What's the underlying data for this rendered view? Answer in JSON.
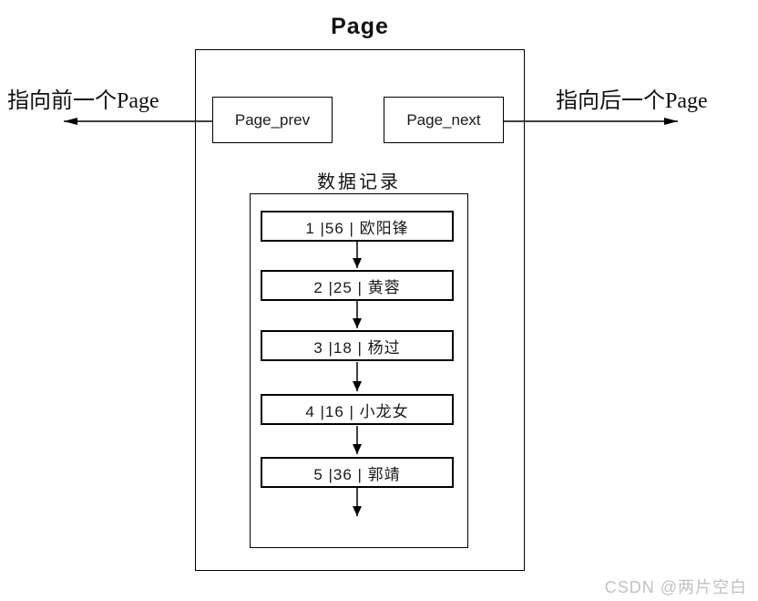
{
  "diagram": {
    "title": "Page",
    "prev_pointer_label": "指向前一个Page",
    "next_pointer_label": "指向后一个Page",
    "prev_field": "Page_prev",
    "next_field": "Page_next",
    "records_title": "数据记录",
    "records": [
      "1 |56 | 欧阳锋",
      "2 |25 | 黄蓉",
      "3 |18 | 杨过",
      "4 |16 | 小龙女",
      "5 |36 | 郭靖"
    ]
  },
  "watermark": "CSDN @两片空白",
  "colors": {
    "line": "#000000",
    "text": "#111111",
    "watermark": "#c2c2c2",
    "background": "#ffffff"
  }
}
